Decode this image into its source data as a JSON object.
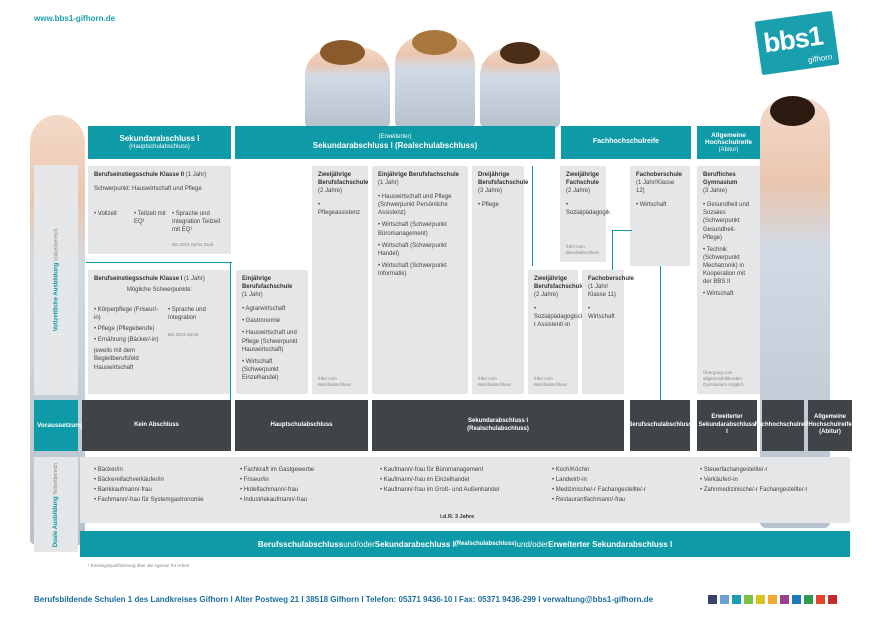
{
  "url": "www.bbs1-gifhorn.de",
  "logo": {
    "text": "bbs1",
    "sub": "gifhorn"
  },
  "headers": {
    "h1": {
      "main": "Sekundarabschluss I",
      "sub": "(Hauptschulabschluss)"
    },
    "h2": {
      "pre": "(Erweiterter)",
      "main": "Sekundarabschluss I (Realschulabschluss)"
    },
    "h3": "Fachhochschulreife",
    "h4": {
      "main": "Allgemeine Hochschulreife",
      "sub": "(Abitur)"
    }
  },
  "side": {
    "full": "Vollzeitliche Ausbildung",
    "full_sub": "Vollzeitbereich",
    "dual": "Duale Ausbildung",
    "dual_sub": "Teilzeitbereich"
  },
  "boxes": {
    "bek2": {
      "title": "Berufseinstiegsschule Klasse II",
      "dur": "(1 Jahr)",
      "line": "Schwerpunkt: Hauswirtschaft und Pflege",
      "c1": "• Vollzeit",
      "c2": "• Teilzeit mit EQ¹",
      "c3": "• Sprache und Integration Teilzeit mit EQ¹",
      "note": "Bis 2019 Sprint Dual"
    },
    "bek1": {
      "title": "Berufseinstiegsschule Klasse I",
      "dur": "(1 Jahr)",
      "line": "Mögliche Schwerpunkte:",
      "i1": "• Körperpflege (Friseur/-in)",
      "i2": "• Pflege (Pflegeberufe)",
      "i3": "• Ernährung (Bäcker/-in)",
      "i4": "jeweils mit dem Begleitberufsfeld Hauswirtschaft",
      "c2": "• Sprache und Integration",
      "note": "Bis 2019 Sprint"
    },
    "ebf1": {
      "title": "Einjährige Berufsfachschule",
      "dur": "(1 Jahr)",
      "i1": "• Agrarwirtschaft",
      "i2": "• Gastronomie",
      "i3": "• Hauswirtschaft und Pflege (Schwerpunkt Hauswirtschaft)",
      "i4": "• Wirtschaft (Schwerpunkt Einzelhandel)"
    },
    "zbf": {
      "title": "Zweijährige Berufsfachschule",
      "dur": "(2 Jahre)",
      "i1": "• Pflegeassistenz",
      "note": "führt zum Berufsabschluss"
    },
    "ebf2": {
      "title": "Einjährige Berufsfachschule",
      "dur": "(1 Jahr)",
      "i1": "• Hauswirtschaft und Pflege (Schwerpunkt Persönliche Assistenz)",
      "i2": "• Wirtschaft (Schwerpunkt Büromanagement)",
      "i3": "• Wirtschaft (Schwerpunkt Handel)",
      "i4": "• Wirtschaft (Schwerpunkt Informatik)"
    },
    "dbf": {
      "title": "Dreijährige Berufsfachschule",
      "dur": "(3 Jahre)",
      "i1": "• Pflege",
      "note": "führt zum Berufsabschluss"
    },
    "zbf2": {
      "title": "Zweijährige Berufsfachschule",
      "dur": "(2 Jahre)",
      "i1": "• Sozialpädagogische/-r Assistent/-in",
      "note": "führt zum Berufsabschluss"
    },
    "zfs": {
      "title": "Zweijährige Fachschule",
      "dur": "(2 Jahre)",
      "i1": "• Sozialpädagogik",
      "note": "führt zum Berufsabschluss"
    },
    "fos11": {
      "title": "Fachoberschule",
      "dur": "(1 Jahr/ Klasse 11)",
      "i1": "• Wirtschaft"
    },
    "fos12": {
      "title": "Fachoberschule",
      "dur": "(1 Jahr/Klasse 12)",
      "i1": "• Wirtschaft"
    },
    "bg": {
      "title": "Berufliches Gymnasium",
      "dur": "(3 Jahre)",
      "i1": "• Gesundheit und Soziales (Schwerpunkt Gesundheit-Pflege)",
      "i2": "• Technik (Schwerpunkt Mechatronik) in Kooperation mit der BBS II",
      "i3": "• Wirtschaft",
      "note": "Übergang vom allgemeinbildenden Gymnasium möglich"
    }
  },
  "prereq": {
    "label": "Voraussetzung:",
    "items": [
      "Kein Abschluss",
      "Hauptschulabschluss",
      "Sekundarabschluss I (Realschulabschluss)",
      "Berufsschulabschluss",
      "Erweiterter Sekundarabschluss I",
      "Fachhochschulreife",
      "Allgemeine Hochschulreife (Abitur)"
    ]
  },
  "dual": {
    "col1": [
      "• Bäcker/in",
      "• Bäckereifachverkäufer/in",
      "• Bankkaufmann/-frau",
      "• Fachmann/-frau für Systemgastronomie"
    ],
    "col2": [
      "• Fachkraft im Gastgewerbe",
      "• Friseur/in",
      "• Hotelfachmann/-frau",
      "• Industriekaufmann/-frau"
    ],
    "col3": [
      "• Kaufmann/-frau für Büromanagement",
      "• Kaufmann/-frau im Einzelhandel",
      "• Kaufmann/-frau im Groß- und Außenhandel"
    ],
    "col4": [
      "• Koch/Köchin",
      "• Landwirt/-in",
      "• Medizinische/-r Fachangestellte/-r",
      "• Restaurantfachmann/-frau"
    ],
    "col5": [
      "• Steuerfachangestellte/-r",
      "• Verkäufer/-in",
      "• Zahnmedizinische/-r Fachangestellte/-r"
    ]
  },
  "idr": "i.d.R. 3 Jahre",
  "bottom": {
    "a": "Berufsschulabschluss",
    "b": " und/oder ",
    "c": "Sekundarabschluss I",
    "d": " (Realschulabschluss) ",
    "e": "und/oder ",
    "f": "Erweiterter Sekundarabschluss I"
  },
  "footnote": "¹  Einstiegsqualifizierung über die Agentur für Arbeit",
  "address": "Berufsbildende Schulen 1 des Landkreises Gifhorn  I  Alter Postweg 21  I  38518 Gifhorn  I  Telefon: 05371 9436-10  I  Fax: 05371 9436-299  I  verwaltung@bbs1-gifhorn.de",
  "swatches": [
    "#3b3f6e",
    "#6a9fd0",
    "#1a9fae",
    "#7cc242",
    "#d6c422",
    "#f0a830",
    "#9b3f8e",
    "#1a7ab8",
    "#2e9c4d",
    "#e0452e",
    "#c22e2e"
  ]
}
